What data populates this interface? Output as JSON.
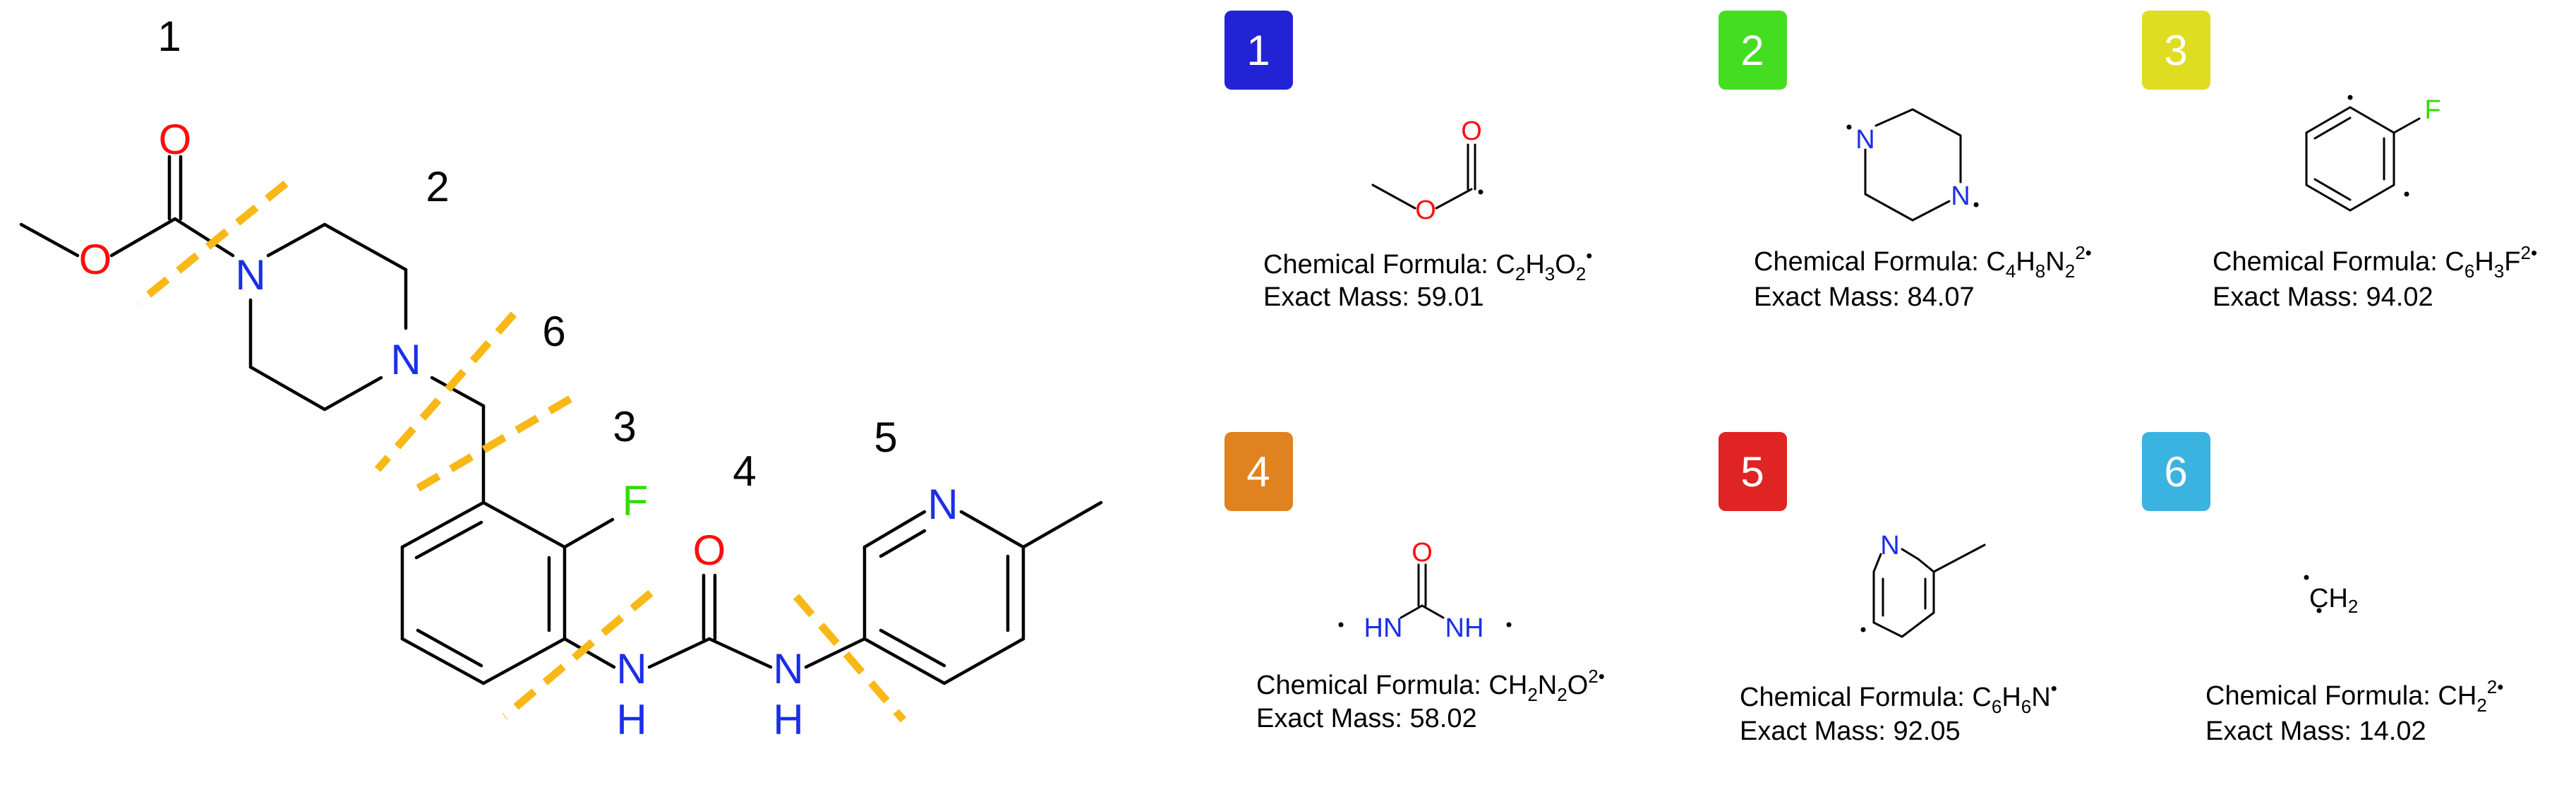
{
  "colors": {
    "oxygen": "#ff0d0d",
    "nitrogen": "#1a2fe6",
    "fluorine": "#33dd00",
    "cut_line": "#f8b818"
  },
  "main": {
    "fragment_labels": [
      "1",
      "2",
      "6",
      "3",
      "4",
      "5"
    ],
    "atoms": {
      "o_carbonyl": "O",
      "o_ester": "O",
      "n_pip_1": "N",
      "n_pip_2": "N",
      "f": "F",
      "o_urea": "O",
      "n_amide_1": "N",
      "h_amide_1": "H",
      "n_amide_2": "N",
      "h_amide_2": "H",
      "n_pyridine": "N"
    }
  },
  "fragments": [
    {
      "number": "1",
      "color": "#2323d6",
      "formula_prefix": "Chemical Formula: C",
      "formula_parts": [
        "2",
        "H",
        "3",
        "O",
        "2",
        "•"
      ],
      "mass": "Exact Mass: 59.01",
      "atoms": [
        "O"
      ]
    },
    {
      "number": "2",
      "color": "#44dd22",
      "formula_prefix": "Chemical Formula: C",
      "formula_parts": [
        "4",
        "H",
        "8",
        "N",
        "2",
        "2•"
      ],
      "mass": "Exact Mass: 84.07",
      "atoms": [
        "N",
        "N"
      ]
    },
    {
      "number": "3",
      "color": "#dedd22",
      "formula_prefix": "Chemical Formula: C",
      "formula_parts": [
        "6",
        "H",
        "3",
        "F",
        "",
        "2•"
      ],
      "mass": "Exact Mass: 94.02",
      "atoms": [
        "F"
      ]
    },
    {
      "number": "4",
      "color": "#e0821f",
      "formula_prefix": "Chemical Formula: CH",
      "formula_parts": [
        "2",
        "N",
        "2",
        "O",
        "",
        "2•"
      ],
      "mass": "Exact Mass: 58.02",
      "atoms": [
        "O",
        "HN",
        "NH"
      ]
    },
    {
      "number": "5",
      "color": "#e02424",
      "formula_prefix": "Chemical Formula: C",
      "formula_parts": [
        "6",
        "H",
        "6",
        "N",
        "",
        "•"
      ],
      "mass": "Exact Mass: 92.05",
      "atoms": [
        "N"
      ]
    },
    {
      "number": "6",
      "color": "#3bb3e0",
      "formula_prefix": "Chemical Formula: CH",
      "formula_parts": [
        "2",
        "",
        "",
        "",
        "",
        "2•"
      ],
      "mass": "Exact Mass: 14.02",
      "atoms": [
        "CH",
        "2"
      ]
    }
  ]
}
